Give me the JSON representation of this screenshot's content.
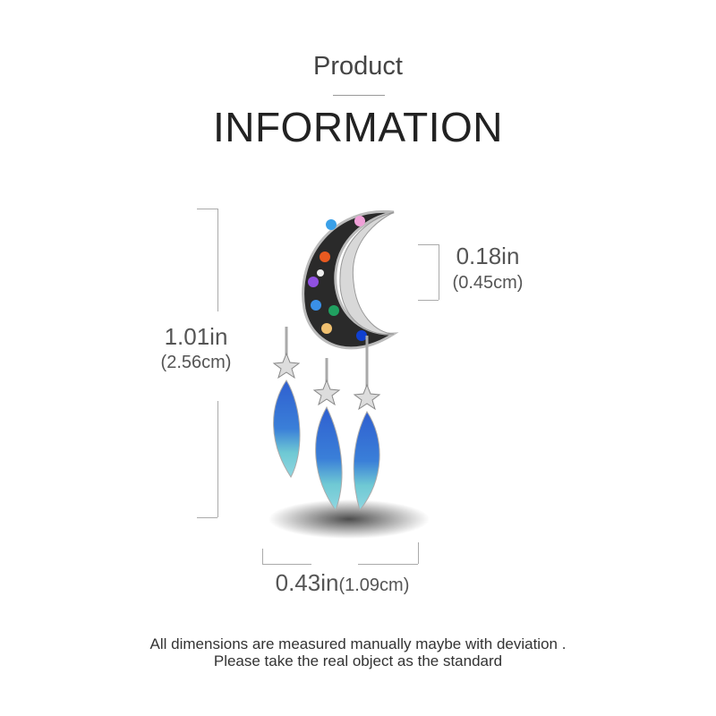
{
  "header": {
    "title_small": "Product",
    "title_large": "INFORMATION"
  },
  "dimensions": {
    "height": {
      "inches": "1.01in",
      "cm": "(2.56cm)"
    },
    "thickness": {
      "inches": "0.18in",
      "cm": "(0.45cm)"
    },
    "width": {
      "inches": "0.43in",
      "cm": "(1.09cm)"
    }
  },
  "footer": {
    "line1": "All dimensions are measured manually maybe with deviation .",
    "line2": "Please take the real object as the standard"
  }
}
